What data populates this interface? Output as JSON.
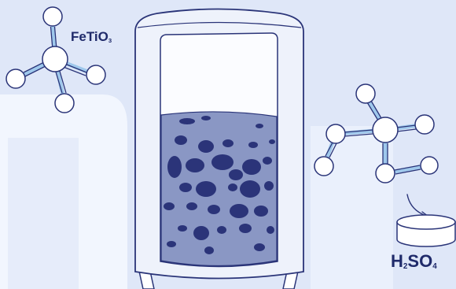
{
  "labels": {
    "reactant_formula": {
      "main": "FeTiO",
      "sub": "3"
    },
    "acid_formula": {
      "h": "H",
      "h_sub": "2",
      "so": "SO",
      "so_sub": "4"
    }
  },
  "colors": {
    "background": "#dfe7f8",
    "highlight_panel": "#f2f6fe",
    "outline": "#2a3478",
    "bond": "#9fc8ec",
    "liquid": "#8a97c4",
    "particles": "#2b3479",
    "text": "#1f2a6a"
  },
  "icons": {
    "molecule_left": "molecule-icon",
    "molecule_right": "molecule-icon",
    "tablet": "tablet-icon",
    "arrow": "curved-arrow-icon",
    "vessel": "reaction-vessel-icon"
  }
}
